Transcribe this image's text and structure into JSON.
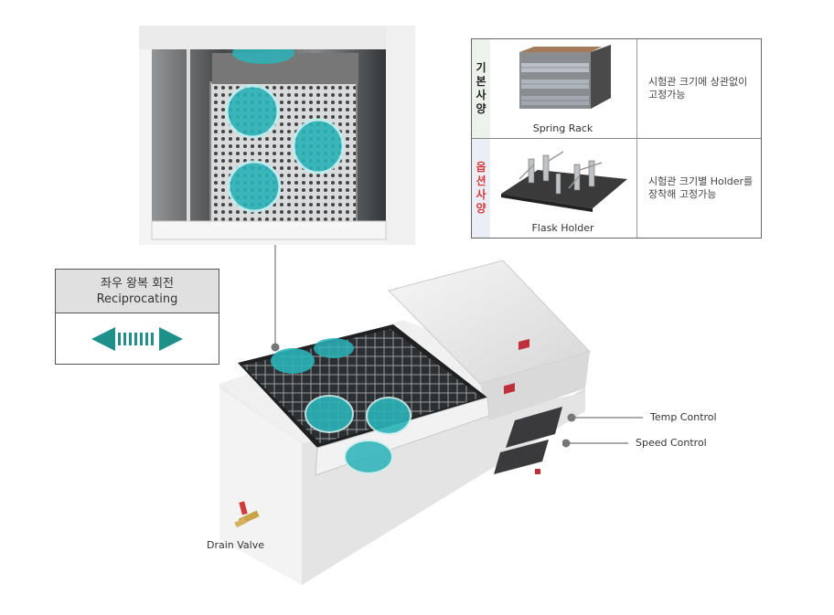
{
  "spec_table": {
    "rows": [
      {
        "label_chars": [
          "기",
          "본",
          "사",
          "양"
        ],
        "image_caption": "Spring Rack",
        "description_lines": [
          "시험관 크기에 상관없이",
          "고정가능"
        ]
      },
      {
        "label_chars": [
          "옵",
          "션",
          "사",
          "양"
        ],
        "image_caption": "Flask Holder",
        "description_lines": [
          "시험관 크기별 Holder를",
          "장착해 고정가능"
        ]
      }
    ]
  },
  "motion": {
    "title_kr": "좌우 왕복 회전",
    "title_en": "Reciprocating",
    "arrow_color": "#1f8f8a"
  },
  "callouts": {
    "temp_control": "Temp Control",
    "speed_control": "Speed Control",
    "drain_valve": "Drain Valve"
  },
  "colors": {
    "liquid": "#2ab3b8",
    "steel": "#c9cdd0",
    "panel": "#3a3a3c",
    "display_red": "#c0303a"
  }
}
